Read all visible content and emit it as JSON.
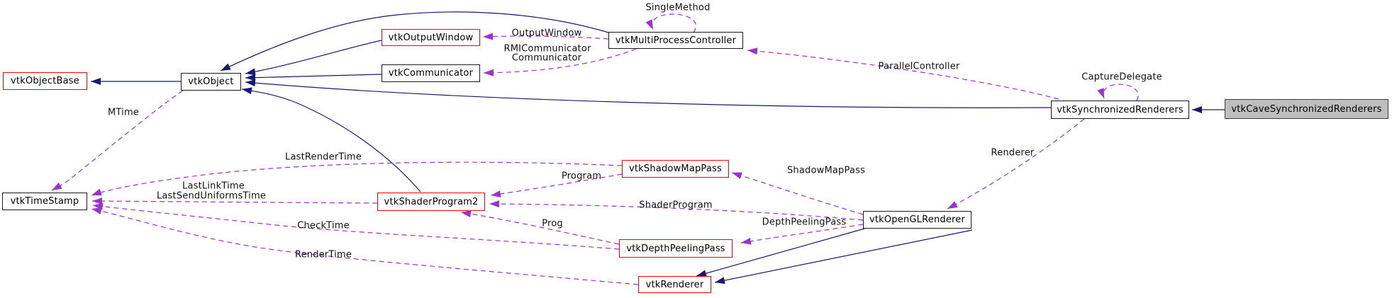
{
  "nodes": {
    "vtkObjectBase": {
      "label": "vtkObjectBase"
    },
    "vtkObject": {
      "label": "vtkObject"
    },
    "vtkOutputWindow": {
      "label": "vtkOutputWindow"
    },
    "vtkCommunicator": {
      "label": "vtkCommunicator"
    },
    "vtkMultiProcessController": {
      "label": "vtkMultiProcessController"
    },
    "vtkSynchronizedRenderers": {
      "label": "vtkSynchronizedRenderers"
    },
    "vtkCaveSynchronizedRenderers": {
      "label": "vtkCaveSynchronizedRenderers"
    },
    "vtkTimeStamp": {
      "label": "vtkTimeStamp"
    },
    "vtkShaderProgram2": {
      "label": "vtkShaderProgram2"
    },
    "vtkShadowMapPass": {
      "label": "vtkShadowMapPass"
    },
    "vtkOpenGLRenderer": {
      "label": "vtkOpenGLRenderer"
    },
    "vtkDepthPeelingPass": {
      "label": "vtkDepthPeelingPass"
    },
    "vtkRenderer": {
      "label": "vtkRenderer"
    }
  },
  "edge_labels": {
    "single_method": "SingleMethod",
    "output_window": "OutputWindow",
    "rmi_communicator": "RMICommunicator",
    "communicator": "Communicator",
    "parallel_controller": "ParallelController",
    "capture_delegate": "CaptureDelegate",
    "renderer": "Renderer",
    "shadow_map_pass": "ShadowMapPass",
    "shader_program": "ShaderProgram",
    "depth_peeling_pass": "DepthPeelingPass",
    "program": "Program",
    "prog": "Prog",
    "mtime": "MTime",
    "last_render_time": "LastRenderTime",
    "last_link_time": "LastLinkTime",
    "last_send_uniforms_time": "LastSendUniformsTime",
    "check_time": "CheckTime",
    "render_time": "RenderTime"
  },
  "colors": {
    "inheritance_edge": "#191970",
    "collaboration_edge": "#9a32cd",
    "truncated_node_border": "#ff0000",
    "selected_node_fill": "#bebebe"
  }
}
